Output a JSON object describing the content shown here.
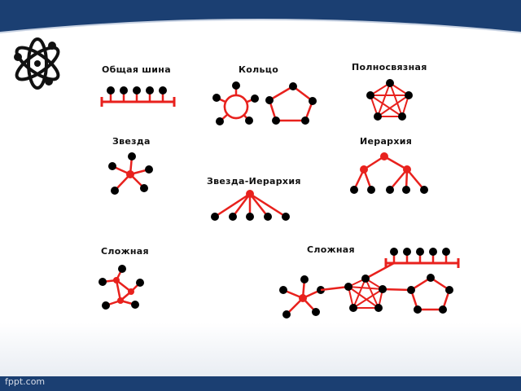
{
  "labels": {
    "bus": "Общая шина",
    "ring": "Кольцо",
    "mesh": "Полносвязная",
    "star": "Звезда",
    "hierarchy": "Иерархия",
    "star_hierarchy": "Звезда-Иерархия",
    "complex_left": "Сложная",
    "complex_right": "Сложная"
  },
  "watermark": "fppt.com",
  "colors": {
    "header": "#1b3f72",
    "background": "#ffffff",
    "link": "#e8211d",
    "node": "#000000",
    "hub": "#e8211d"
  }
}
